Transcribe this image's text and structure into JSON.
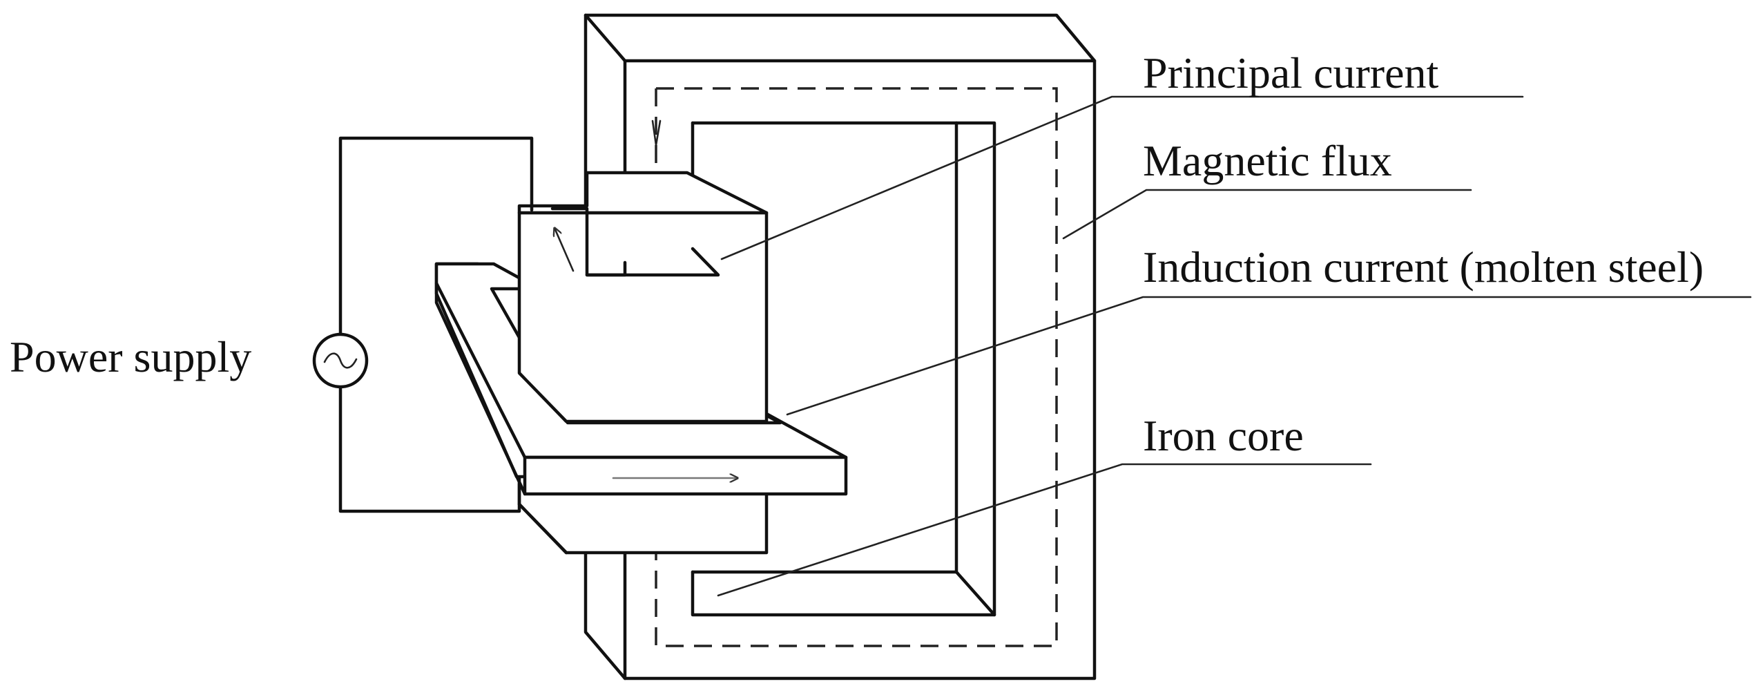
{
  "labels": {
    "power_supply": "Power supply",
    "principal_current": "Principal current",
    "magnetic_flux": "Magnetic flux",
    "induction_current": "Induction current (molten steel)",
    "iron_core": "Iron core"
  },
  "icons": {
    "ac_source": "ac-source-symbol"
  }
}
